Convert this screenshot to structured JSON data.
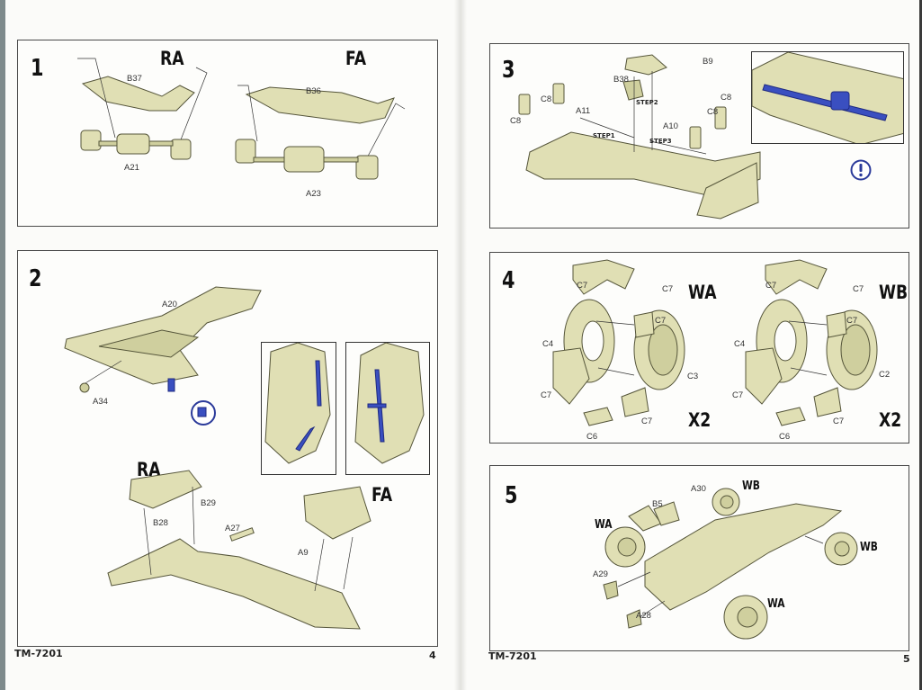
{
  "footer": {
    "code_left": "TM-7201",
    "page_left": "4",
    "code_right": "TM-7201",
    "page_right": "5"
  },
  "steps": {
    "s1": {
      "number": "1",
      "tags": [
        "RA",
        "FA"
      ],
      "parts": [
        "B37",
        "A21",
        "B36",
        "A23"
      ]
    },
    "s2": {
      "number": "2",
      "tags": [
        "RA",
        "FA"
      ],
      "parts": [
        "A20",
        "A34",
        "B29",
        "B28",
        "A27",
        "A9"
      ]
    },
    "s3": {
      "number": "3",
      "parts": [
        "B9",
        "B38",
        "C8",
        "C8",
        "A11",
        "C8",
        "A10",
        "C8"
      ],
      "sub_steps": [
        "STEP1",
        "STEP2",
        "STEP3"
      ],
      "notice_icon": "exclamation-circle-icon"
    },
    "s4": {
      "number": "4",
      "wheels": [
        {
          "tag": "WA",
          "qty": "X2",
          "parts": [
            "C7",
            "C7",
            "C7",
            "C4",
            "C3",
            "C7",
            "C7",
            "C6"
          ]
        },
        {
          "tag": "WB",
          "qty": "X2",
          "parts": [
            "C7",
            "C7",
            "C7",
            "C4",
            "C2",
            "C7",
            "C7",
            "C6"
          ]
        }
      ]
    },
    "s5": {
      "number": "5",
      "tags": [
        "WB",
        "WA",
        "WB",
        "WA"
      ],
      "parts": [
        "A30",
        "B5",
        "A29",
        "A28"
      ]
    }
  },
  "colors": {
    "part": "#e0dfb4",
    "highlight": "#3a4fc0",
    "ink": "#111111"
  }
}
